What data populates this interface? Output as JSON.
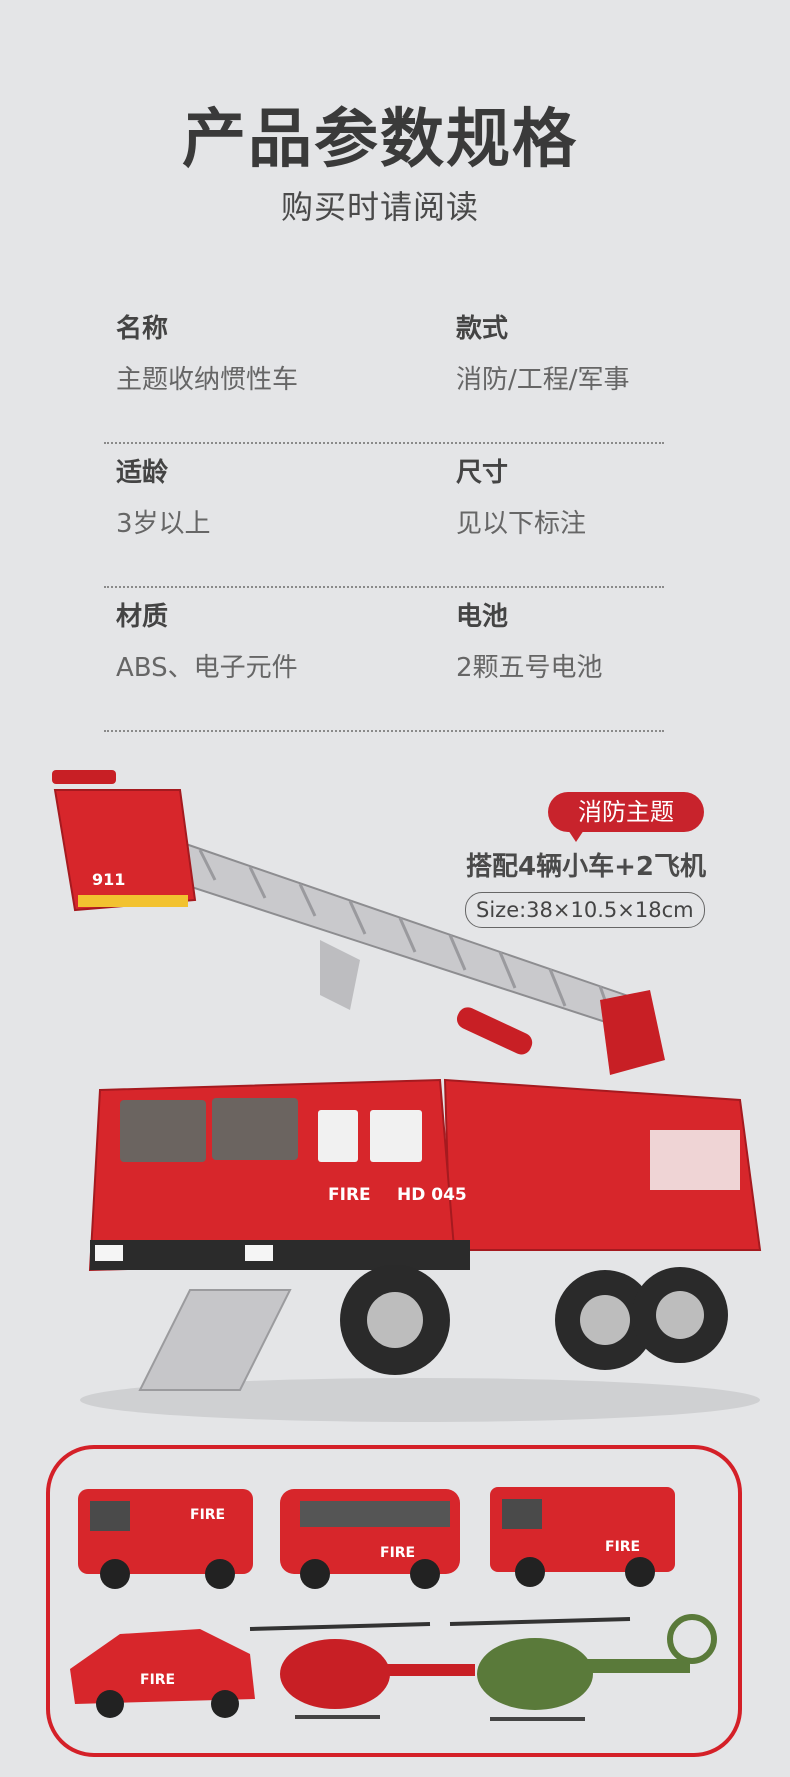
{
  "header": {
    "title": "产品参数规格",
    "subtitle": "购买时请阅读"
  },
  "specs": [
    {
      "left_label": "名称",
      "left_value": "主题收纳惯性车",
      "right_label": "款式",
      "right_value": "消防/工程/军事"
    },
    {
      "left_label": "适龄",
      "left_value": "3岁以上",
      "right_label": "尺寸",
      "right_value": "见以下标注"
    },
    {
      "left_label": "材质",
      "left_value": "ABS、电子元件",
      "right_label": "电池",
      "right_value": "2颗五号电池"
    }
  ],
  "product": {
    "theme_badge": "消防主题",
    "config": "搭配4辆小车+2飞机",
    "size": "Size:38×10.5×18cm",
    "truck_markings": {
      "fire": "FIRE",
      "number": "HD 045",
      "bucket": "911"
    }
  },
  "accessories": {
    "markings": [
      "FIRE",
      "FIRE",
      "FIRE",
      "FIRE"
    ]
  },
  "colors": {
    "accent": "#c8232c",
    "background": "#e4e5e7",
    "truck_red": "#d7262b"
  }
}
